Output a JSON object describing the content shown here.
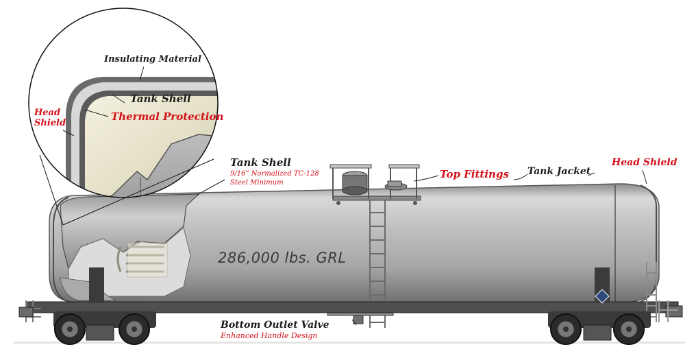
{
  "labels": {
    "insulating_material": "Insulating Material",
    "tank_shell_inset": "Tank Shell",
    "thermal_protection": "Thermal Protection",
    "head_shield_inset": "Head\nShield",
    "tank_shell": "Tank Shell",
    "tank_shell_spec_1": "9/16” Normalized TC-128",
    "tank_shell_spec_2": "Steel Minimum",
    "top_fittings": "Top Fittings",
    "tank_jacket": "Tank Jacket",
    "head_shield_right": "Head Shield",
    "capacity": "286,000 lbs. GRL",
    "bottom_outlet_valve": "Bottom Outlet Valve",
    "bottom_outlet_sub": "Enhanced Handle Design"
  },
  "colors": {
    "red_label": "#d4101a",
    "black_label": "#1c1c1c",
    "tank_body": "#b5b5b5",
    "tank_shadow": "#6e6e6e",
    "insulation": "#e9e5d0"
  }
}
